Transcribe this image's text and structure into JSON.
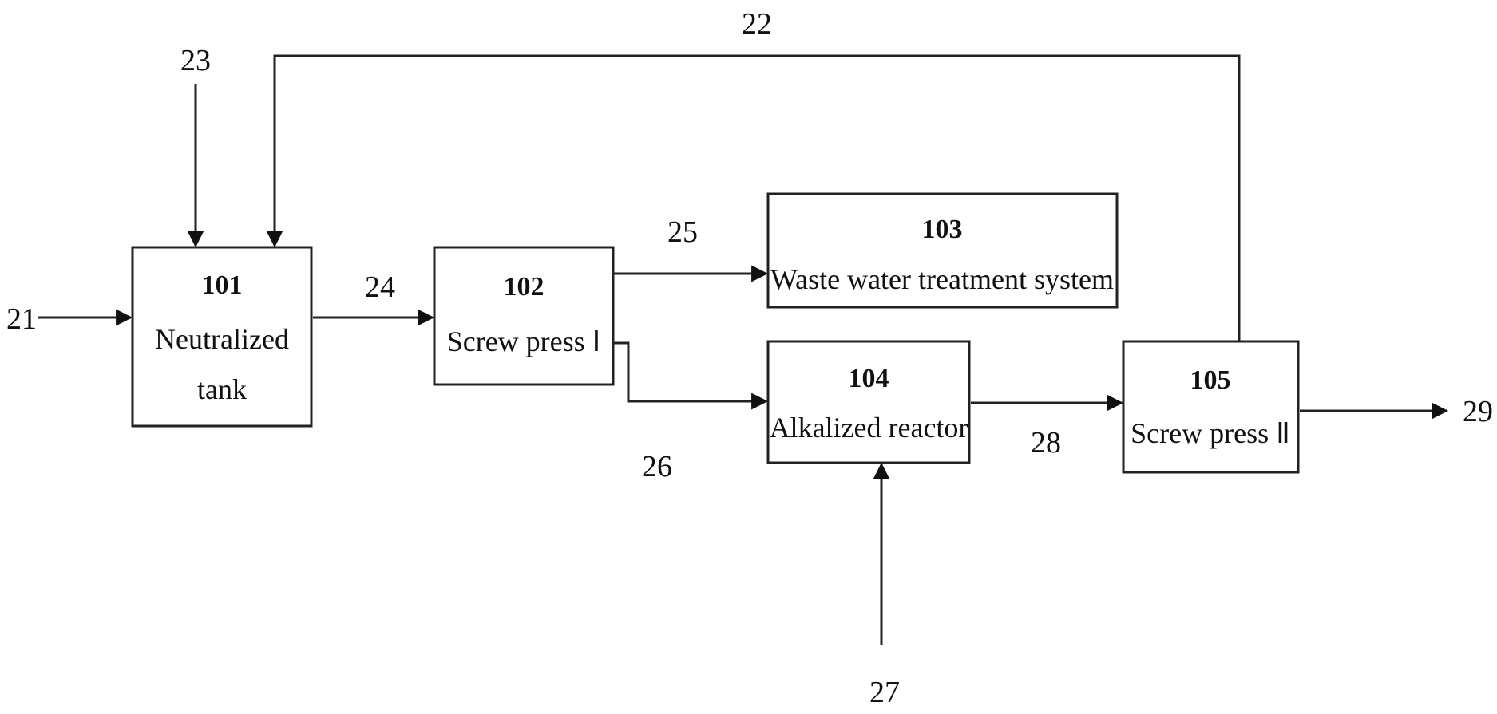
{
  "nodes": {
    "n101": {
      "id": "101",
      "lines": [
        "Neutralized",
        "tank"
      ]
    },
    "n102": {
      "id": "102",
      "lines": [
        "Screw press Ⅰ"
      ]
    },
    "n103": {
      "id": "103",
      "lines": [
        "Waste water treatment system"
      ]
    },
    "n104": {
      "id": "104",
      "lines": [
        "Alkalized reactor"
      ]
    },
    "n105": {
      "id": "105",
      "lines": [
        "Screw press Ⅱ"
      ]
    }
  },
  "streams": {
    "s21": "21",
    "s22": "22",
    "s23": "23",
    "s24": "24",
    "s25": "25",
    "s26": "26",
    "s27": "27",
    "s28": "28",
    "s29": "29"
  },
  "colors": {
    "line": "#222222",
    "background": "#ffffff"
  }
}
